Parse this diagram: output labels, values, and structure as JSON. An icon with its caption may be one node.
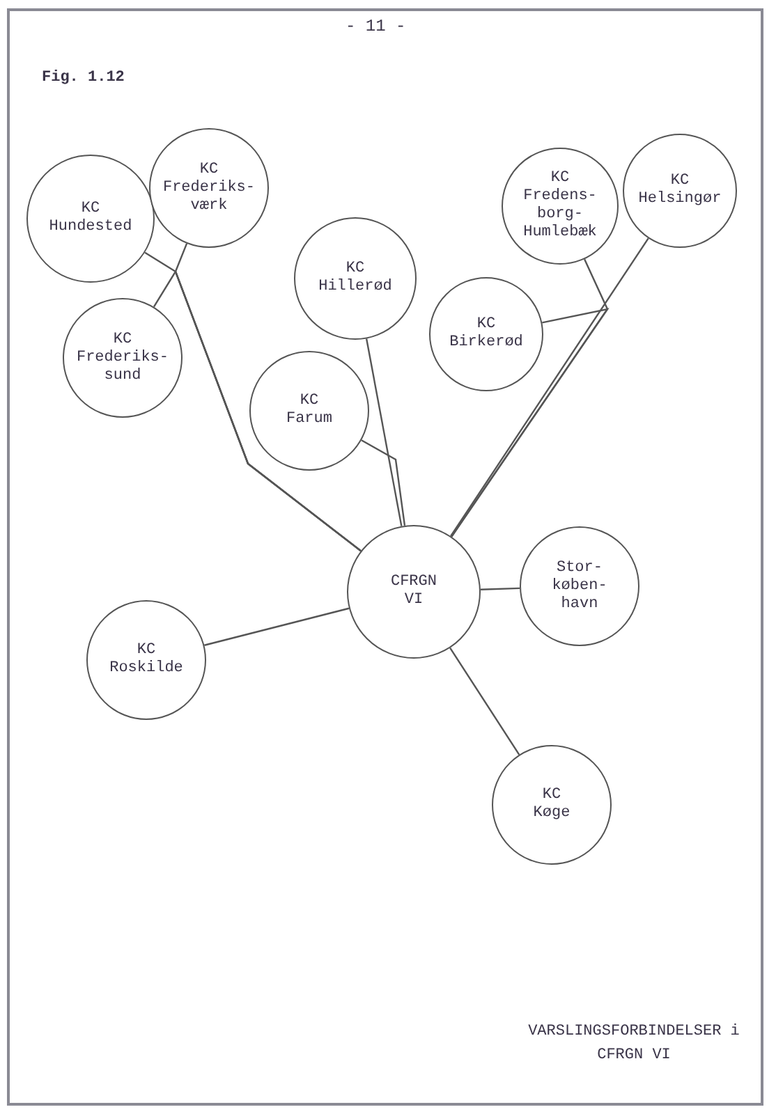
{
  "diagram": {
    "caption": "VARSLINGSFORBINDELSER i CFRGN VI",
    "nodes": [
      {
        "text": [
          "KC Hundested"
        ]
      },
      {
        "text": [
          "KC Frederiks- værk"
        ]
      },
      {
        "text": [
          "KC Frederiks- sund"
        ]
      },
      {
        "text": [
          "KC Hillerød"
        ]
      },
      {
        "text": [
          "KC Farum"
        ]
      },
      {
        "text": [
          "KC Fredens- borg- Humlebæk"
        ]
      },
      {
        "text": [
          "KC Helsingør"
        ]
      },
      {
        "text": [
          "KC Birkerød"
        ]
      },
      {
        "text": [
          "CFRGN VI"
        ]
      },
      {
        "text": [
          "Stor- køben- havn"
        ]
      },
      {
        "text": [
          "KC Roskilde"
        ]
      },
      {
        "text": [
          "KC Køge"
        ]
      }
    ],
    "edges": [
      {
        "from": 0,
        "to": 8,
        "arrow": "none"
      },
      {
        "from": 1,
        "to": 8,
        "arrow": "none"
      },
      {
        "from": 2,
        "to": 8,
        "arrow": "none"
      },
      {
        "from": 3,
        "to": 8,
        "arrow": "none"
      },
      {
        "from": 4,
        "to": 8,
        "arrow": "none"
      },
      {
        "from": 5,
        "to": 8,
        "arrow": "none"
      },
      {
        "from": 6,
        "to": 8,
        "arrow": "none"
      },
      {
        "from": 7,
        "to": 8,
        "arrow": "none"
      },
      {
        "from": 8,
        "to": 9,
        "arrow": "none"
      },
      {
        "from": 10,
        "to": 8,
        "arrow": "none"
      },
      {
        "from": 8,
        "to": 11,
        "arrow": "none"
      }
    ],
    "labels": [
      "- 11 -",
      "Fig. 1.12"
    ]
  }
}
